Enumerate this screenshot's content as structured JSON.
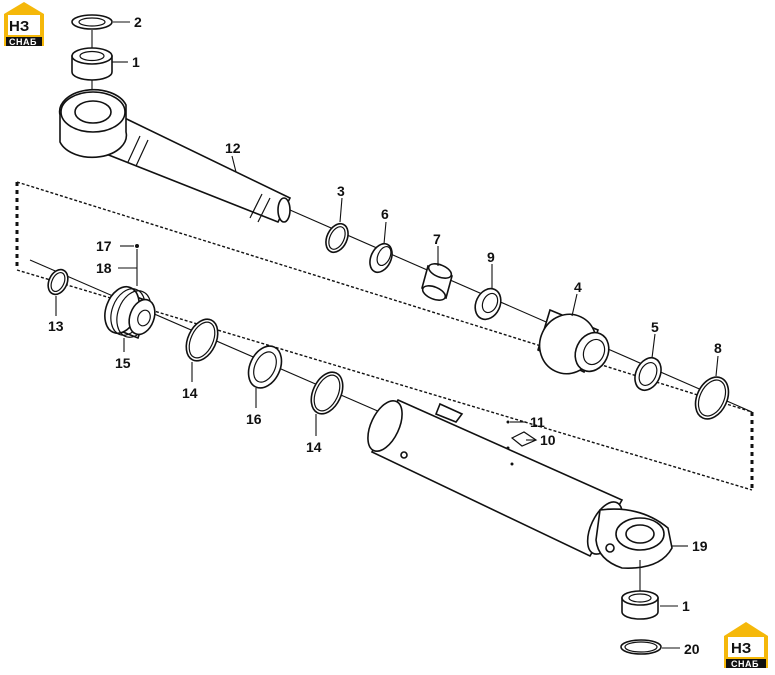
{
  "logo": {
    "top_main": "НЗ",
    "top_sub": "СНАБ",
    "bottom_main": "НЗ",
    "bottom_sub": "СНАБ",
    "color": "#f5b80a"
  },
  "callouts": {
    "p2": "2",
    "p1_top": "1",
    "p12": "12",
    "p3": "3",
    "p6": "6",
    "p7": "7",
    "p9": "9",
    "p4": "4",
    "p5": "5",
    "p8": "8",
    "p17": "17",
    "p18": "18",
    "p13": "13",
    "p15": "15",
    "p14_a": "14",
    "p16": "16",
    "p14_b": "14",
    "p11": "11",
    "p10": "10",
    "p19": "19",
    "p1_bottom": "1",
    "p20": "20"
  }
}
